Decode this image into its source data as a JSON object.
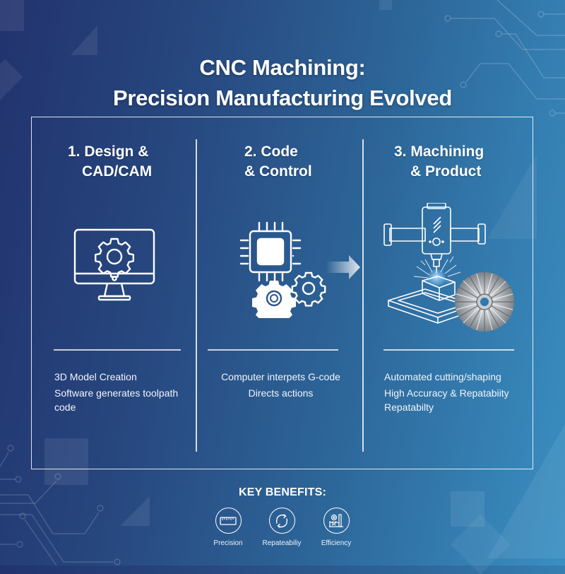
{
  "title": {
    "line1": "CNC Machining:",
    "line2": "Precision Manufacturing Evolved"
  },
  "steps": [
    {
      "title_line1": "1. Design &",
      "title_line2": "CAD/CAM",
      "icon": "monitor-gear-icon",
      "lines": [
        "3D Model Creation",
        "Software generates toolpath",
        "code"
      ]
    },
    {
      "title_line1": "2. Code",
      "title_line2": "& Control",
      "icon": "chip-gears-icon",
      "lines": [
        "Computer interpets G-code",
        "Directs actions"
      ]
    },
    {
      "title_line1": "3. Machining",
      "title_line2": "& Product",
      "icon": "cnc-machine-icon",
      "lines": [
        "Automated cutting/shaping",
        "High Accuracy & Repatabiity",
        "Repatabilty"
      ]
    }
  ],
  "benefits": {
    "title": "KEY BENEFITS:",
    "items": [
      {
        "label": "Precision",
        "icon": "ruler-icon"
      },
      {
        "label": "Repateabiliy",
        "icon": "cycle-arrows-icon"
      },
      {
        "label": "Efficiency",
        "icon": "factory-gear-icon"
      }
    ]
  },
  "colors": {
    "bg_left": "#22336e",
    "bg_right": "#3a8fc2",
    "text": "#ffffff"
  }
}
